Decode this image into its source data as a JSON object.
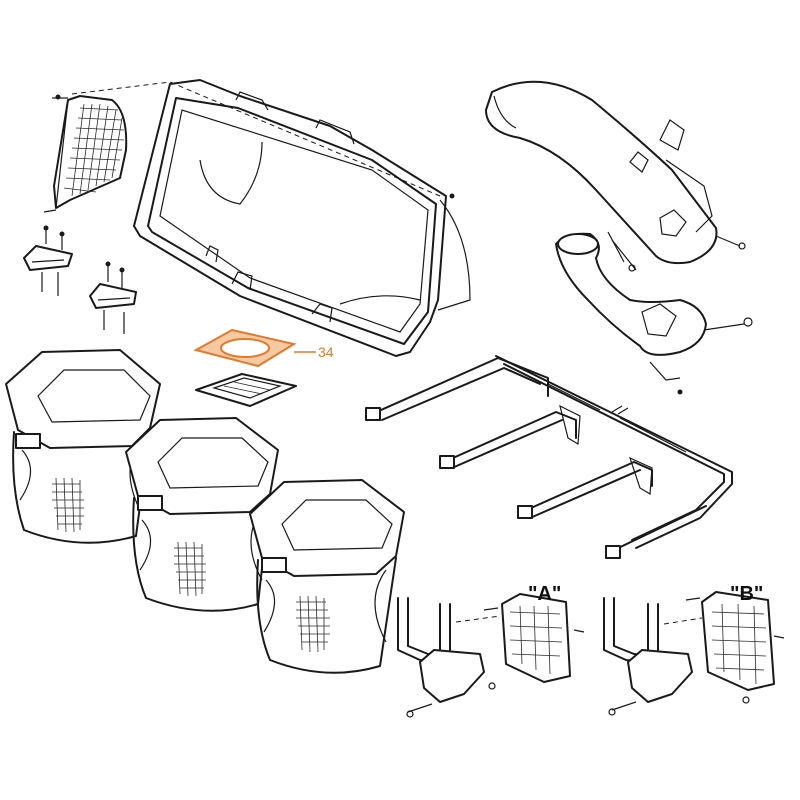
{
  "highlight_color": "#e07a2e",
  "callouts": [
    {
      "number": "34"
    }
  ],
  "views": {
    "a": "\"A\"",
    "b": "\"B\""
  }
}
